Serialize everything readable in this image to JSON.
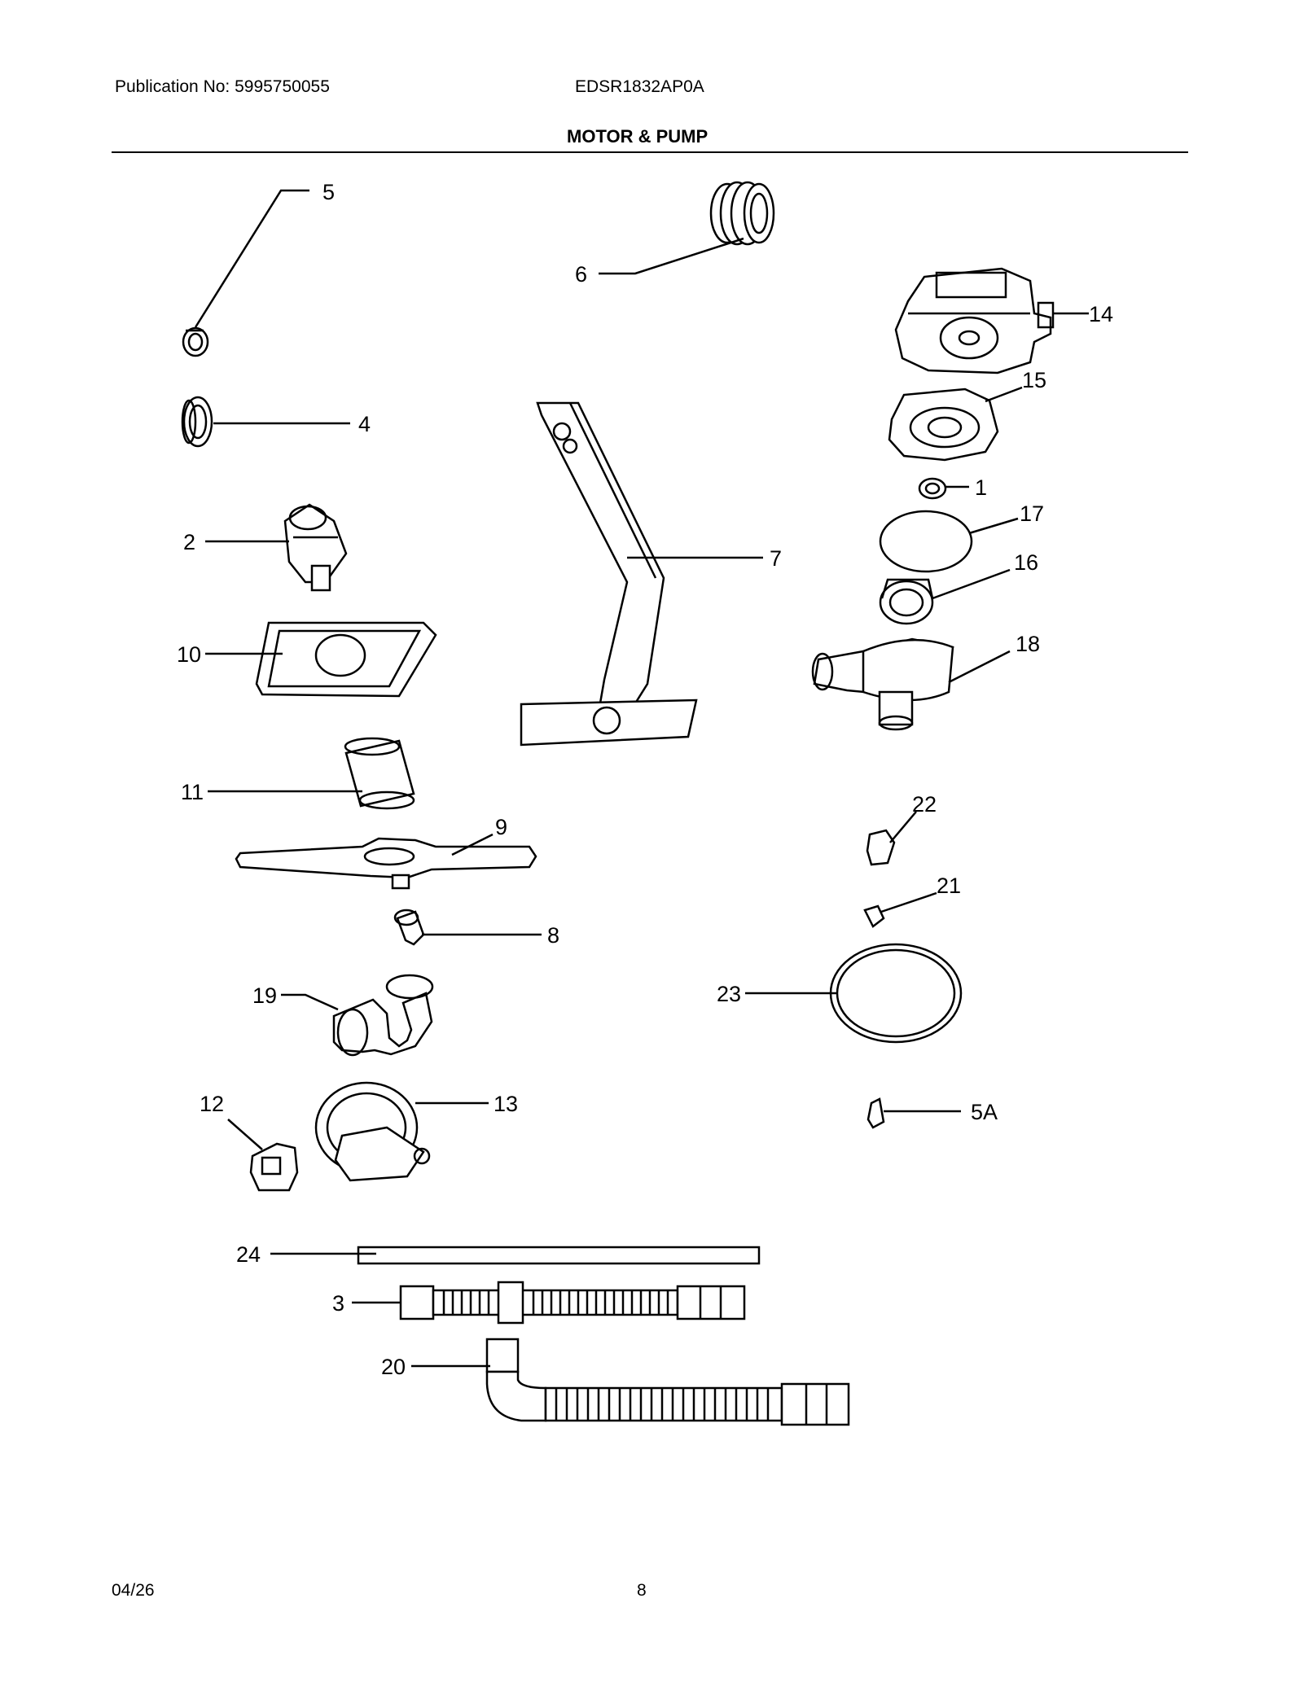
{
  "header": {
    "publication": "Publication No: 5995750055",
    "model": "EDSR1832AP0A",
    "title": "MOTOR & PUMP"
  },
  "footer": {
    "date": "04/26",
    "page": "8"
  },
  "callouts": {
    "c1": "1",
    "c2": "2",
    "c3": "3",
    "c4": "4",
    "c5": "5",
    "c5a": "5A",
    "c6": "6",
    "c7": "7",
    "c8": "8",
    "c9": "9",
    "c10": "10",
    "c11": "11",
    "c12": "12",
    "c13": "13",
    "c14": "14",
    "c15": "15",
    "c16": "16",
    "c17": "17",
    "c18": "18",
    "c19": "19",
    "c20": "20",
    "c21": "21",
    "c22": "22",
    "c23": "23",
    "c24": "24"
  }
}
